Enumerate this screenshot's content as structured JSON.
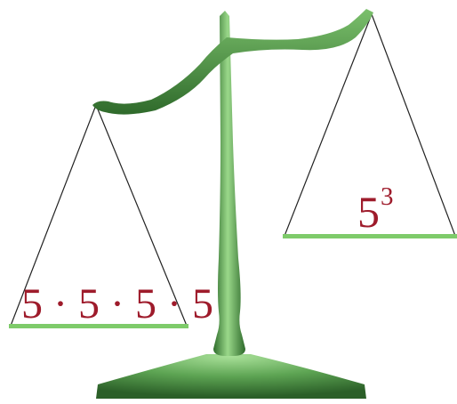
{
  "left_pan": {
    "expression": "5 · 5 · 5 · 5"
  },
  "right_pan": {
    "base": "5",
    "exponent": "3"
  },
  "colors": {
    "beam_and_stand": "#4f9a46",
    "pan": "#7ecb6a",
    "text": "#9e1b2b",
    "strings": "#222222"
  }
}
